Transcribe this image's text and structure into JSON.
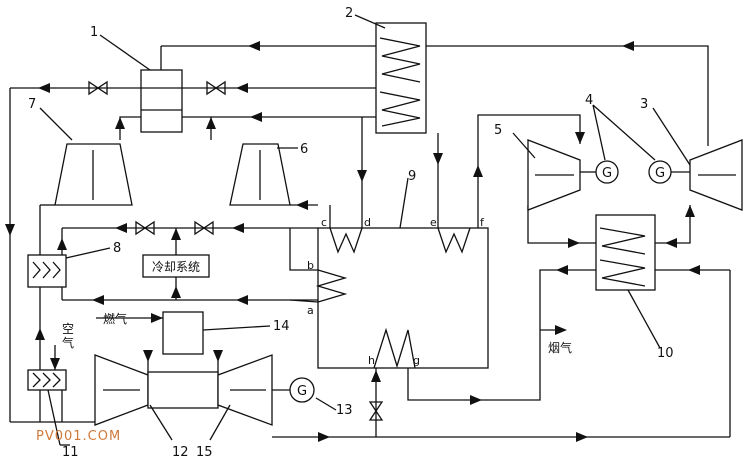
{
  "diagram": {
    "numbers": [
      "1",
      "2",
      "3",
      "4",
      "5",
      "6",
      "7",
      "8",
      "9",
      "10",
      "11",
      "12",
      "13",
      "14",
      "15"
    ],
    "ports": [
      "a",
      "b",
      "c",
      "d",
      "e",
      "f",
      "g",
      "h"
    ],
    "texts": {
      "cooling_system": "冷却系统",
      "fuel_gas": "燃气",
      "air": "空气",
      "flue_gas": "烟气",
      "generator": "G"
    },
    "watermark": "PV001.COM"
  }
}
